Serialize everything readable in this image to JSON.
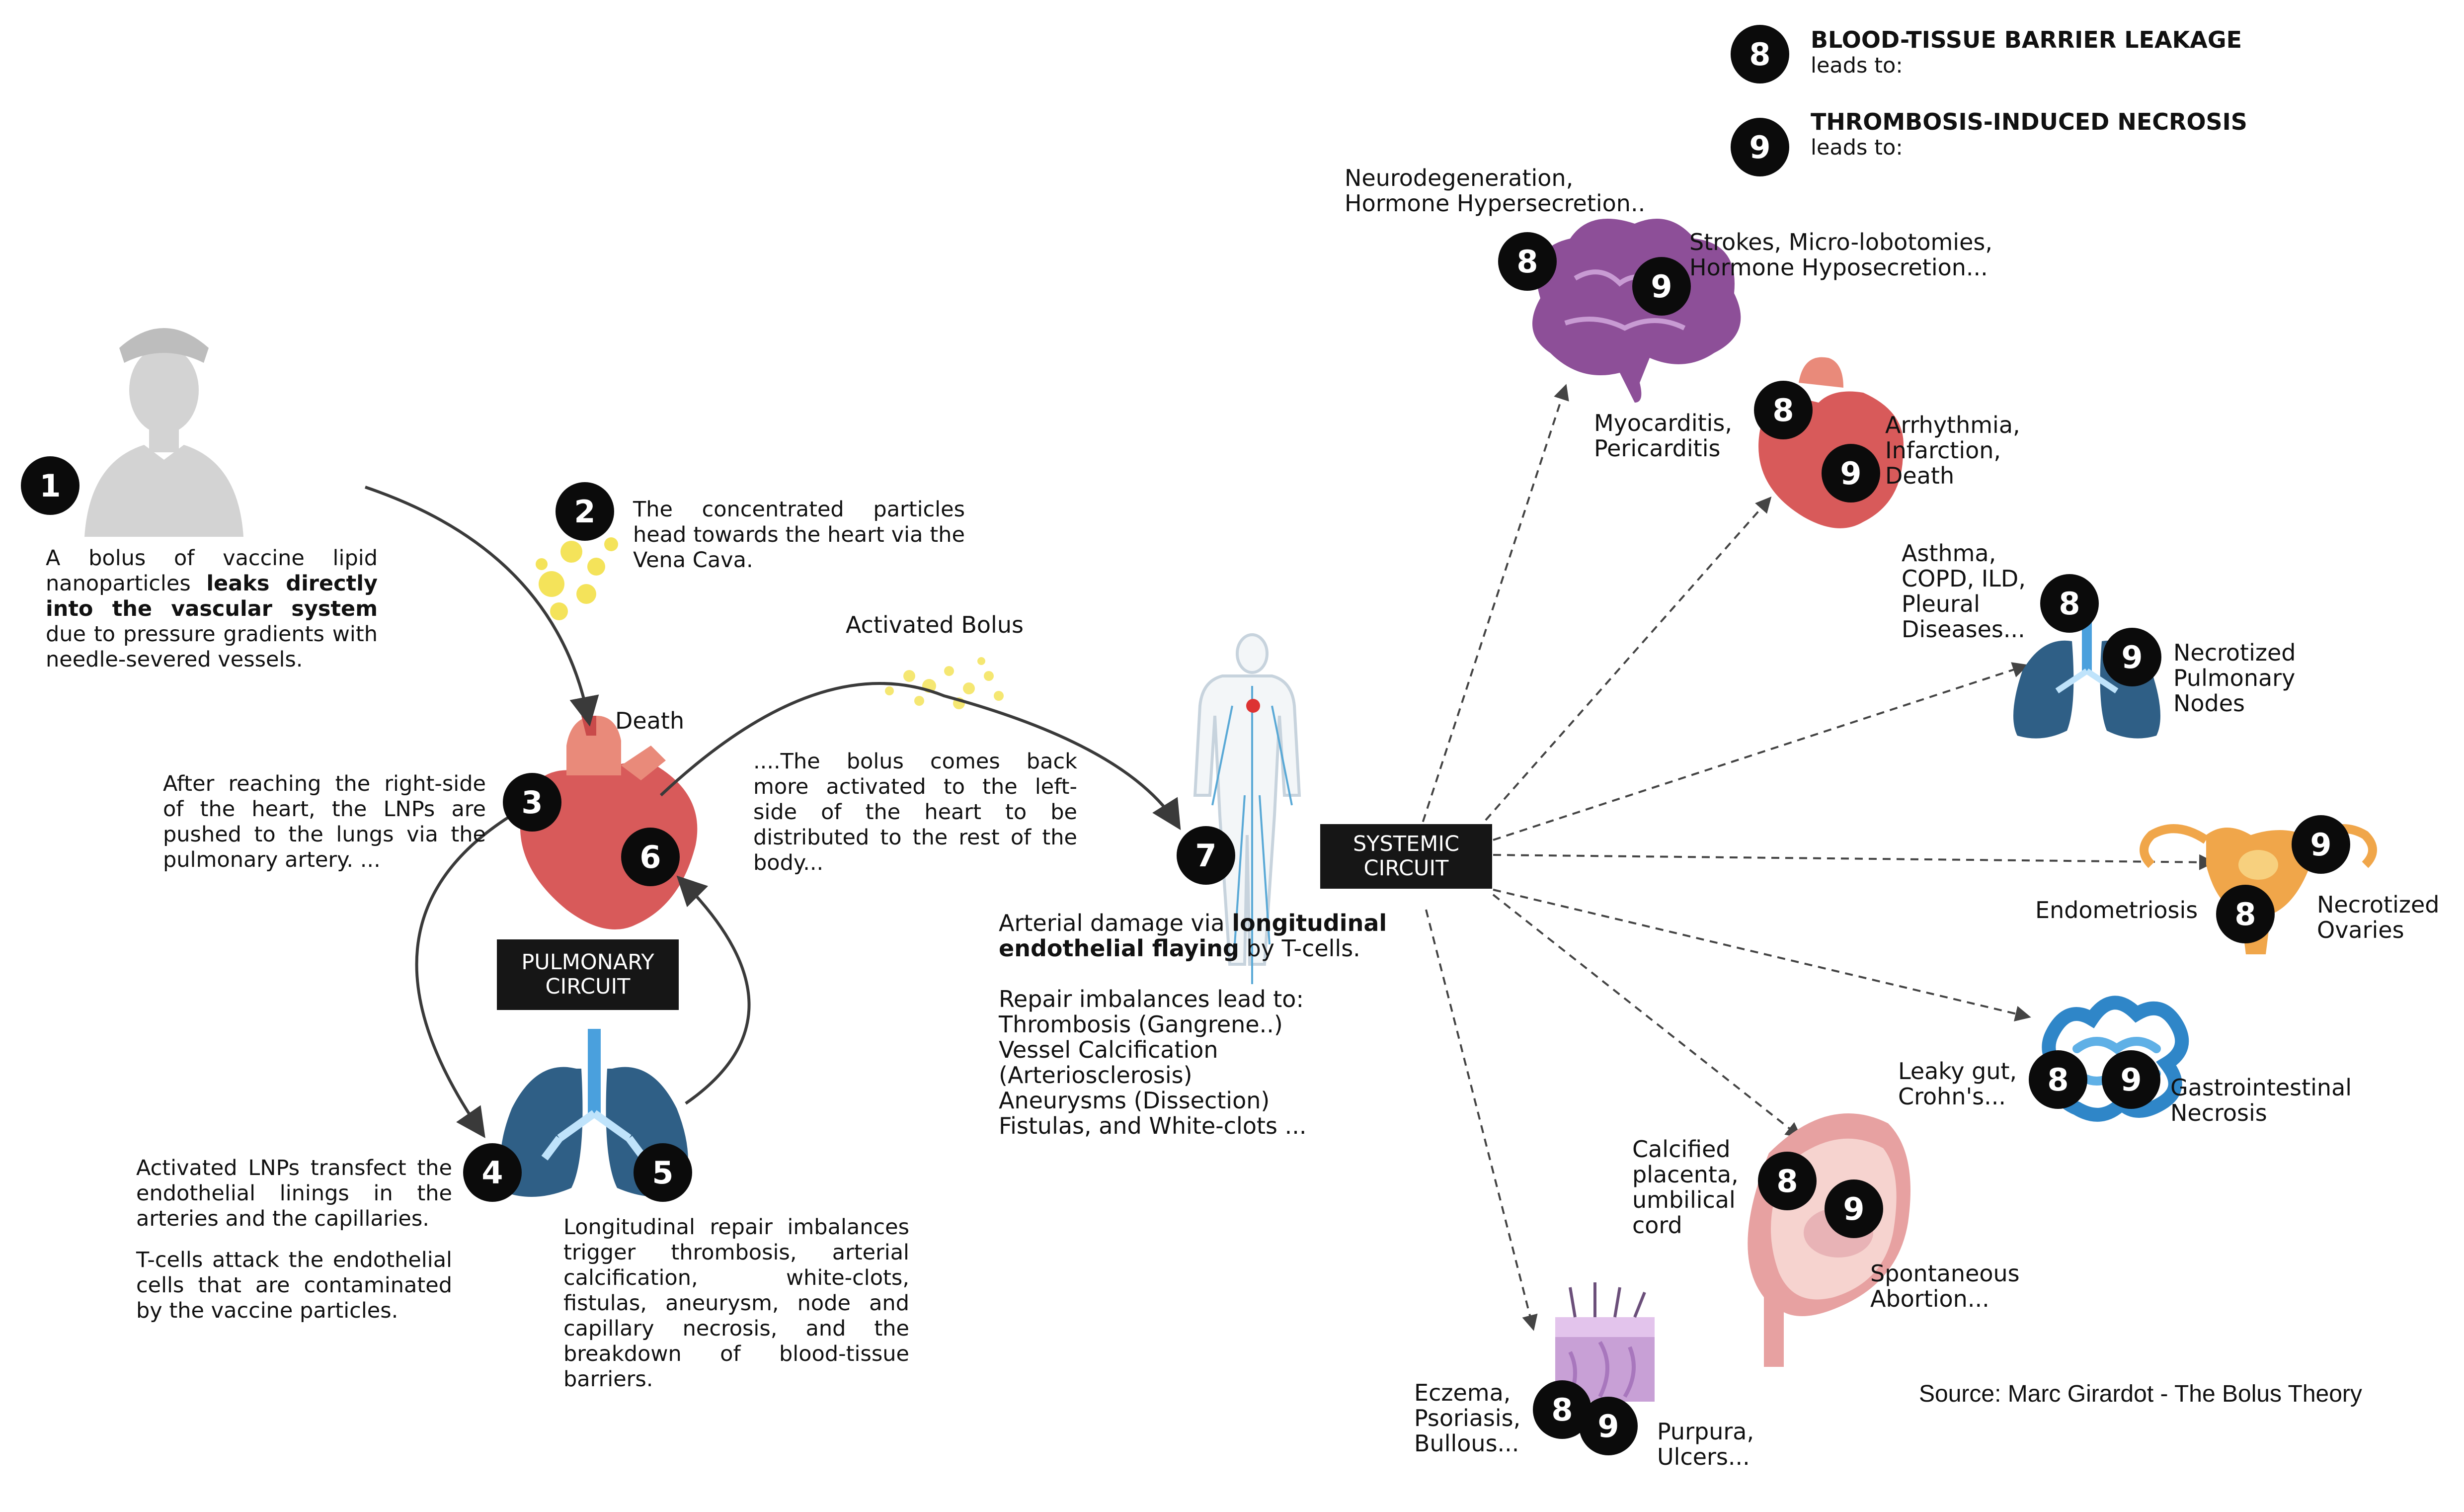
{
  "legend": {
    "badge8": "8",
    "badge9": "9",
    "item8_title": "BLOOD-TISSUE BARRIER LEAKAGE",
    "item8_sub": "leads to:",
    "item9_title": "THROMBOSIS-INDUCED NECROSIS",
    "item9_sub": "leads to:"
  },
  "steps": {
    "s1": "1",
    "s2": "2",
    "s3": "3",
    "s4": "4",
    "s5": "5",
    "s6": "6",
    "s7": "7"
  },
  "step1": {
    "part1": "A bolus of vaccine lipid nanoparticles ",
    "bold": "leaks directly into the vascular system",
    "part2": " due to pressure gradients with needle-severed vessels."
  },
  "step2": "The concentrated particles head towards the heart via the Vena Cava.",
  "death": "Death",
  "step3": "After reaching the right-side of the heart, the LNPs are pushed to the lungs via the pulmonary artery. ...",
  "activated_bolus": "Activated Bolus",
  "step6": "....The bolus comes back more activated to the left-side of the heart to be distributed to the rest of the body...",
  "pulmonary_circuit": [
    "PULMONARY",
    "CIRCUIT"
  ],
  "systemic_circuit": [
    "SYSTEMIC",
    "CIRCUIT"
  ],
  "step4": {
    "para1": "Activated LNPs transfect the endothelial linings in the arteries and the capillaries.",
    "para2": "T-cells attack the endothelial cells that are contaminated by the vaccine particles."
  },
  "step5": "Longitudinal repair imbalances trigger thrombosis, arterial calcification, white-clots, fistulas, aneurysm, node and capillary necrosis, and the breakdown of blood-tissue barriers.",
  "step7": {
    "line1_a": "Arterial damage via ",
    "line1_bold": "longitudinal",
    "line2_bold": "endothelial flaying",
    "line2_b": " by T-cells.",
    "repair_heading": "Repair imbalances  lead to:",
    "items": [
      "Thrombosis (Gangrene..)",
      "Vessel Calcification",
      "(Arteriosclerosis)",
      "Aneurysms (Dissection)",
      "Fistulas, and White-clots ..."
    ]
  },
  "organs": {
    "brain": {
      "left": [
        "Neurodegeneration,",
        "Hormone Hypersecretion.."
      ],
      "right": [
        "Strokes, Micro-lobotomies,",
        "Hormone Hyposecretion..."
      ]
    },
    "heart": {
      "left": [
        "Myocarditis,",
        "Pericarditis"
      ],
      "right": [
        "Arrhythmia,",
        "Infarction,",
        "Death"
      ]
    },
    "lungs": {
      "left": [
        "Asthma,",
        "COPD,  ILD,",
        "Pleural",
        "Diseases..."
      ],
      "right": [
        "Necrotized",
        "Pulmonary",
        "Nodes"
      ]
    },
    "ovaries": {
      "left": "Endometriosis",
      "right": [
        "Necrotized",
        "Ovaries"
      ]
    },
    "gut": {
      "left": [
        "Leaky gut,",
        "Crohn's..."
      ],
      "right": [
        "Gastrointestinal",
        "Necrosis"
      ]
    },
    "placenta": {
      "left": [
        "Calcified",
        "placenta,",
        "umbilical",
        "cord"
      ],
      "right": [
        "Spontaneous",
        "Abortion..."
      ]
    },
    "skin": {
      "left": [
        "Eczema,",
        "Psoriasis,",
        "Bullous..."
      ],
      "right": [
        "Purpura,",
        "Ulcers..."
      ]
    }
  },
  "source": "Source: Marc Girardot - The Bolus Theory",
  "colors": {
    "badge": "#0b0b0b",
    "heart": "#d85a5a",
    "lungs": "#2f5f86",
    "brain": "#8d4f98",
    "particles": "#f4e35a",
    "uterus": "#f0a64a",
    "gut": "#2f86c8",
    "skin": "#c8a0d6"
  }
}
